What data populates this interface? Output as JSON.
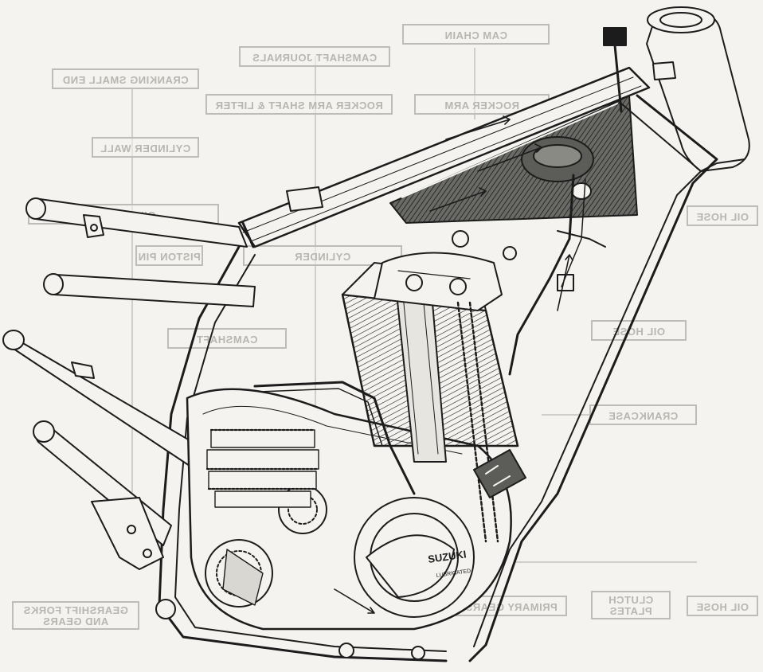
{
  "diagram": {
    "subject": "motorcycle-frame-engine-cutaway",
    "reverse_page_labels": [
      "CAM CHAIN",
      "CAMSHAFT JOURNALS",
      "CRANKING SMALL END",
      "ROCKER ARM",
      "ROCKER ARM SHAFT & LIFTER",
      "CYLINDER WALL",
      "OIL SUPPLY",
      "OIL HOSE",
      "PISTON PIN",
      "CYLINDER",
      "CAMSHAFT",
      "OIL HOSE",
      "CRANKCASE",
      "PRIMARY GEARS",
      "CLUTCH PLATES",
      "OIL HOSE",
      "GEARSHIFT FORKS AND GEARS"
    ],
    "engine_badge": "SUZUKI",
    "engine_badge_sub": "LUBRICATED"
  },
  "colors": {
    "ink": "#1c1c1c",
    "paper": "#f4f3ef",
    "ghost": "#bdbcb6",
    "tank_fill": "#4a4a48"
  }
}
